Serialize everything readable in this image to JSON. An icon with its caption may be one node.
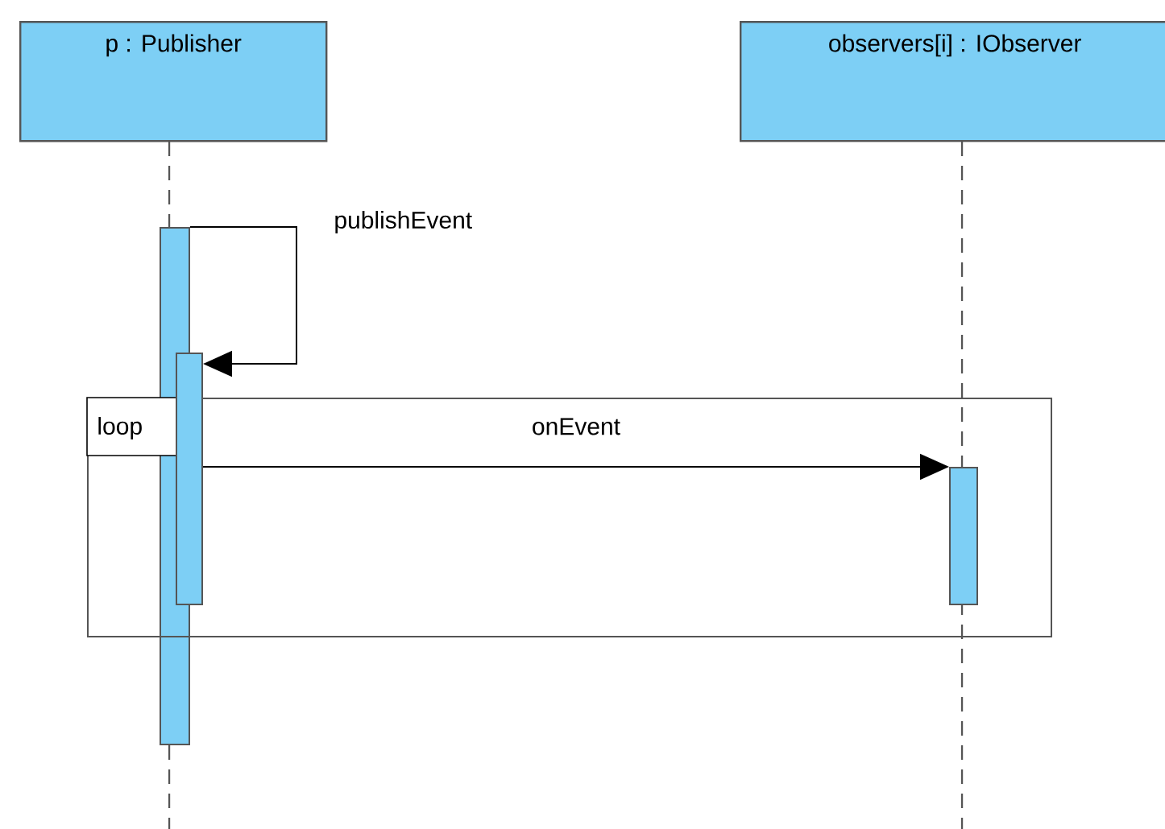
{
  "diagram": {
    "nodes": [
      {
        "text": [
          "p : Publisher"
        ]
      },
      {
        "text": [
          "observers[i] : IObserver"
        ]
      },
      {
        "text": [
          "loop"
        ]
      },
      {
        "text": [],
        "shape": "bar"
      },
      {
        "text": [],
        "shape": "bar",
        "in": 2
      },
      {
        "text": [],
        "shape": "bar",
        "in": 2
      }
    ],
    "edges": [
      {
        "from": 3,
        "to": 4,
        "arrow": "to",
        "label": "publishEvent"
      },
      {
        "from": 4,
        "to": 5,
        "arrow": "to",
        "label": "onEvent"
      }
    ]
  }
}
